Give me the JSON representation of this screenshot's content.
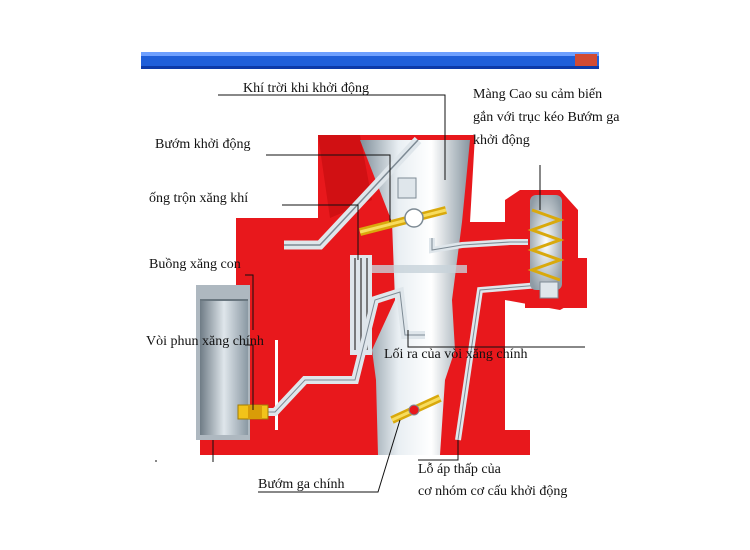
{
  "diagram": {
    "labels": {
      "khi_troi": "Khí trời khi khởi động",
      "mang_cao_su": "Màng Cao su cảm biến gắn với trục kéo Bướm ga khởi động",
      "buom_khoi_dong": "Bướm khởi động",
      "ong_tron": "ống trộn xăng khí",
      "buong_xang_con": "Buồng xăng con",
      "voi_phun": "Vòi phun xăng chính",
      "loi_ra": "Lối ra của vòi xăng chính",
      "lo_ap_thap_1": "Lỗ áp thấp của",
      "lo_ap_thap_2": "cơ  nhóm cơ cấu khởi động",
      "buom_ga_chinh": "Bướm ga chính"
    },
    "colors": {
      "body_red": "#e8181c",
      "channel_grey": "#b7c3cc",
      "channel_light": "#eef3f6",
      "fuel_grey": "#8a9aa6",
      "yellow": "#f2c31a",
      "window_blue": "#1f5fd9"
    }
  }
}
